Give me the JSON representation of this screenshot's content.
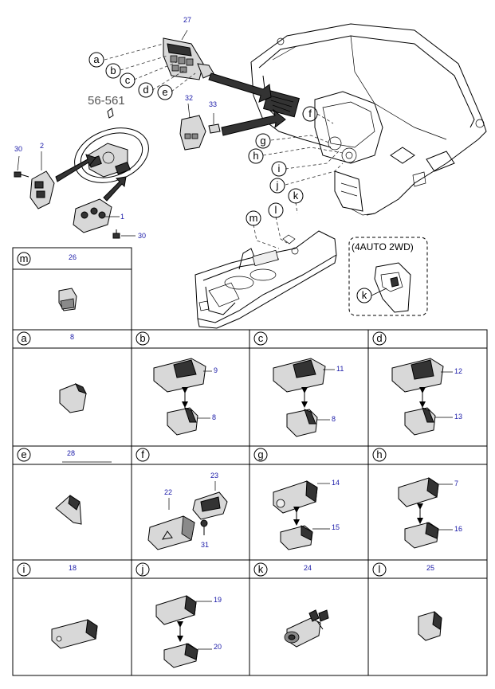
{
  "ref_code": "56-561",
  "inset_label": "(4AUTO 2WD)",
  "overview": {
    "callouts": [
      "a",
      "b",
      "c",
      "d",
      "e",
      "f",
      "g",
      "h",
      "i",
      "j",
      "k",
      "l",
      "m",
      "k"
    ],
    "numbers": {
      "n27": "27",
      "n32": "32",
      "n33": "33",
      "n30a": "30",
      "n2": "2",
      "n1": "1",
      "n30b": "30"
    }
  },
  "m_cell": {
    "letter": "m",
    "num": "26"
  },
  "cells": [
    {
      "letter": "a",
      "nums": [
        "8"
      ]
    },
    {
      "letter": "b",
      "nums": [
        "9",
        "8"
      ]
    },
    {
      "letter": "c",
      "nums": [
        "11",
        "8"
      ]
    },
    {
      "letter": "d",
      "nums": [
        "12",
        "13"
      ]
    },
    {
      "letter": "e",
      "nums": [
        "28"
      ]
    },
    {
      "letter": "f",
      "nums": [
        "23",
        "22",
        "31"
      ]
    },
    {
      "letter": "g",
      "nums": [
        "14",
        "15"
      ]
    },
    {
      "letter": "h",
      "nums": [
        "7",
        "16"
      ]
    },
    {
      "letter": "i",
      "nums": [
        "18"
      ]
    },
    {
      "letter": "j",
      "nums": [
        "19",
        "20"
      ]
    },
    {
      "letter": "k",
      "nums": [
        "24"
      ]
    },
    {
      "letter": "l",
      "nums": [
        "25"
      ]
    }
  ]
}
